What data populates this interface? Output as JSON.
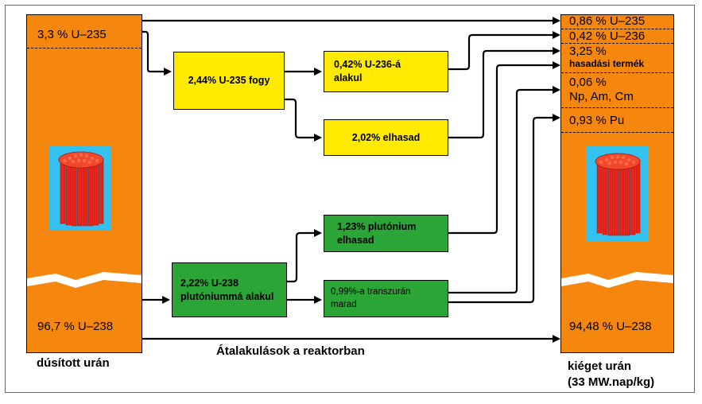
{
  "left_column": {
    "top_label": "3,3 % U–235",
    "bottom_label": "96,7 % U–238",
    "caption": "dúsított urán"
  },
  "right_column": {
    "rows": [
      "0,86 % U–235",
      "0,42 % U–236",
      "3,25 %",
      "hasadási termék",
      "0,06 %",
      "Np, Am, Cm",
      "0,93 % Pu"
    ],
    "bottom_label": "94,48 % U–238",
    "caption_line1": "kiéget urán",
    "caption_line2": "(33 MW.nap/kg)"
  },
  "boxes": {
    "u235_fogy": "2,44% U-235 fogy",
    "u236_line1": "0,42% U-236-á",
    "u236_line2": "alakul",
    "elhasad": "2,02% elhasad",
    "u238_line1": "2,22% U-238",
    "u238_line2": "plutóniummá alakul",
    "pu_line1": "1,23% plutónium",
    "pu_line2": "elhasad",
    "trans_line1": "0,99%-a transzurán",
    "trans_line2": "marad"
  },
  "diagram_title": "Átalakulások a reaktorban",
  "colors": {
    "fuel_column": "#f5870e",
    "yellow_box": "#ffea00",
    "green_box": "#2aa536",
    "rod_background": "#33c2f0",
    "fuel_rod": "#e8231a"
  }
}
